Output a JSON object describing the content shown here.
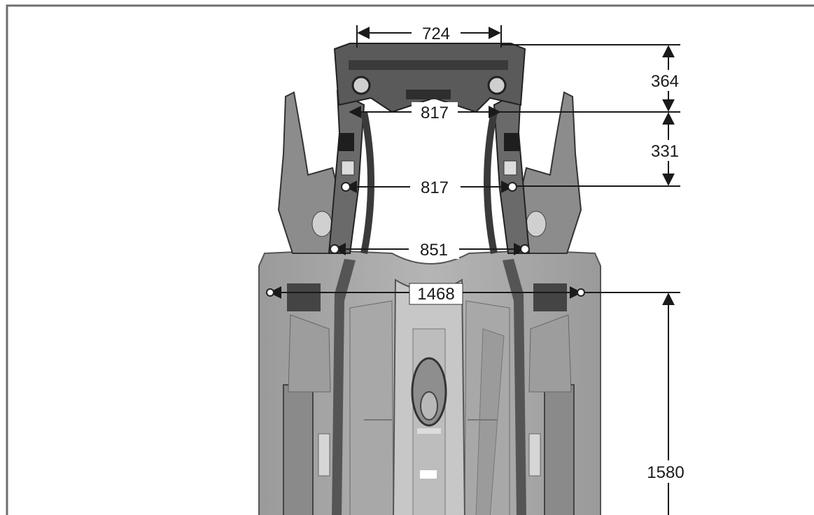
{
  "diagram": {
    "dimensions": {
      "front_width": "724",
      "front_upper_height": "364",
      "front_mid_height": "331",
      "upper_mount_width": "817",
      "lower_mount_width": "817",
      "rear_mount_width": "851",
      "floor_width": "1468",
      "floor_length": "1580"
    }
  }
}
